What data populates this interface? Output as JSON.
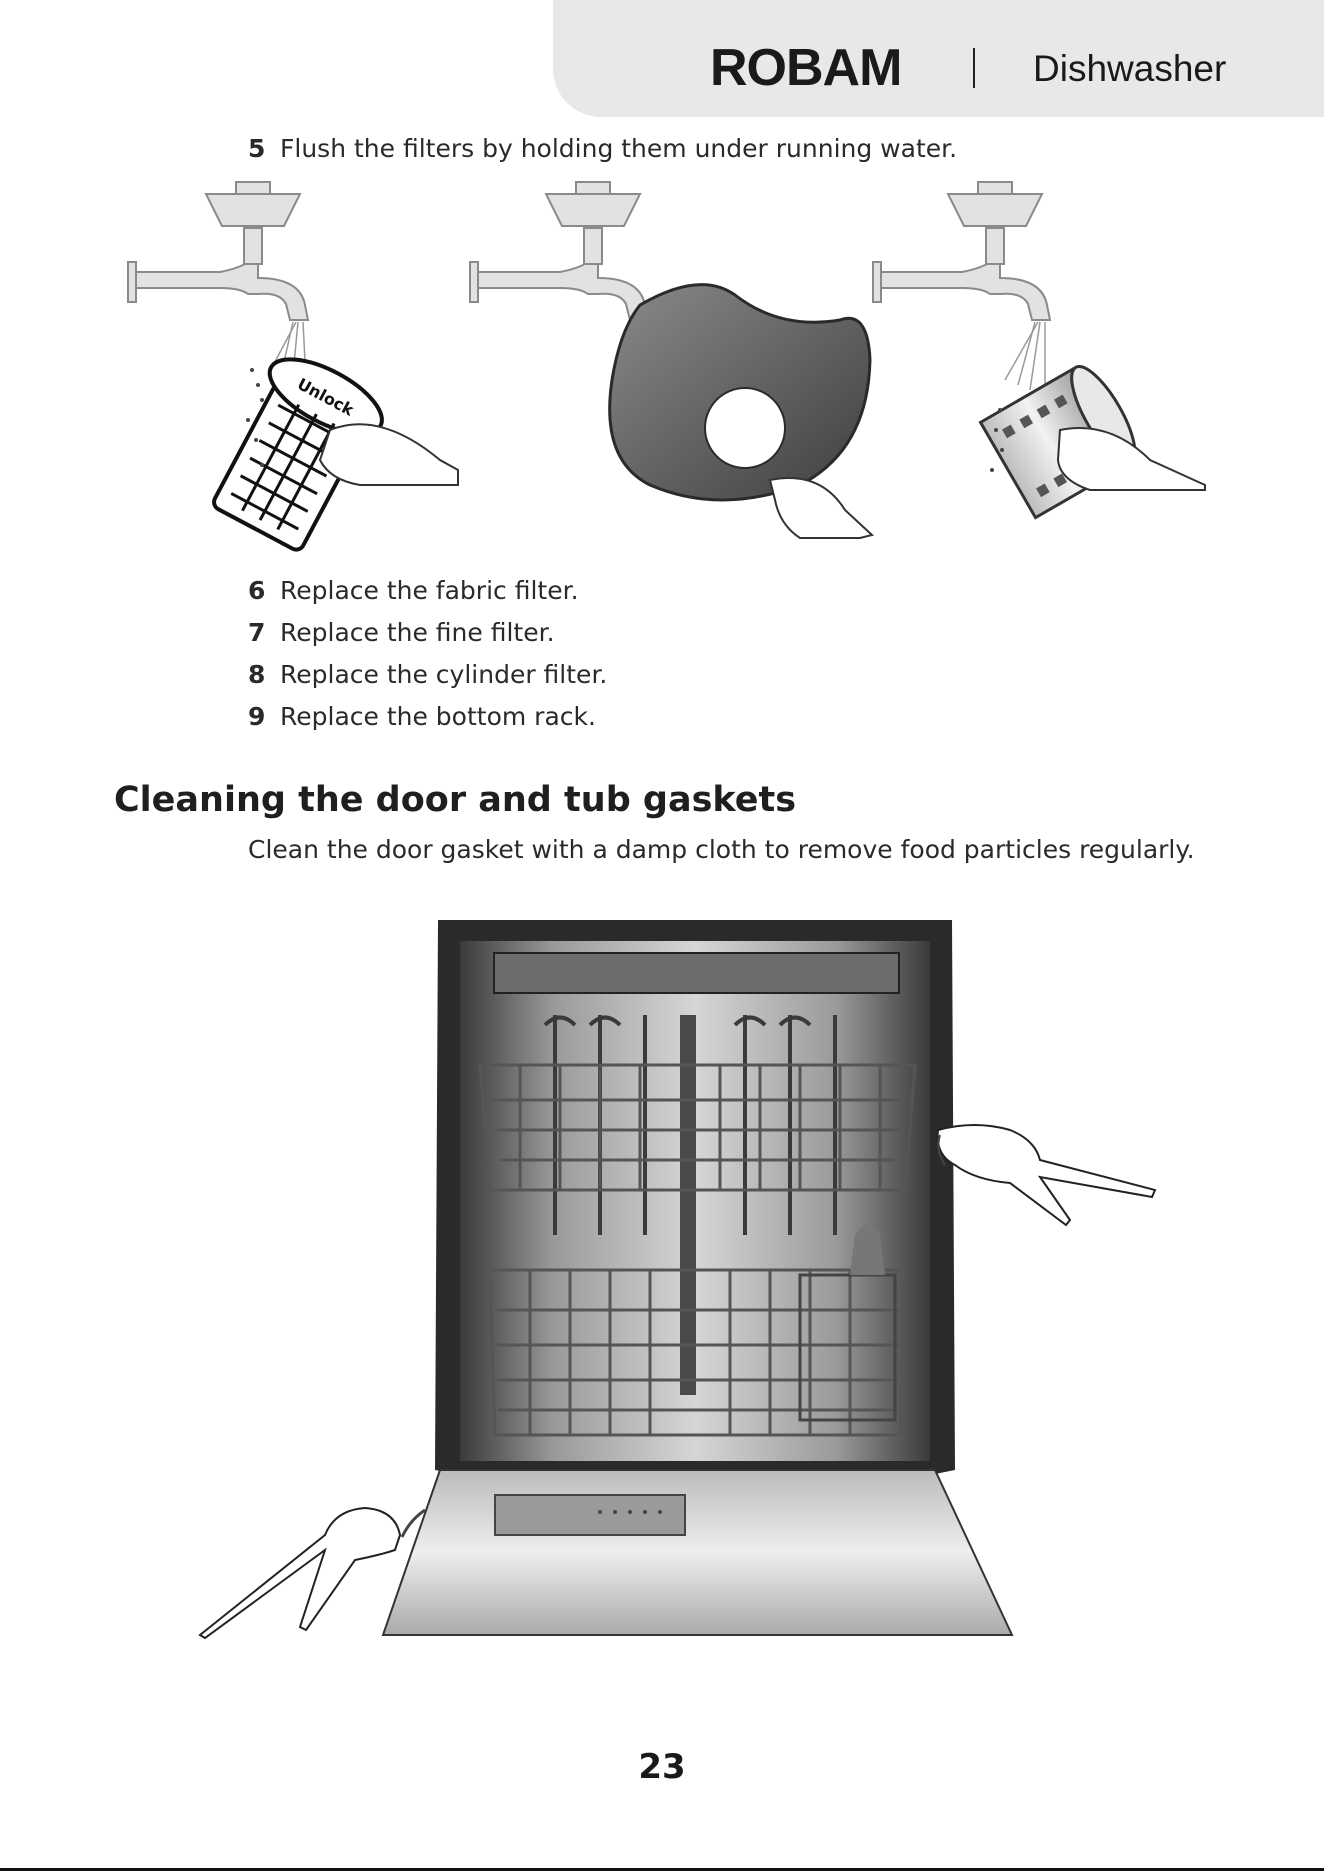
{
  "header": {
    "brand": "ROBAM",
    "product": "Dishwasher"
  },
  "steps_top": [
    {
      "number": "5",
      "text": "Flush the filters by holding them under running water."
    }
  ],
  "steps_bottom": [
    {
      "number": "6",
      "text": "Replace the fabric filter."
    },
    {
      "number": "7",
      "text": "Replace the fine filter."
    },
    {
      "number": "8",
      "text": "Replace the cylinder filter."
    },
    {
      "number": "9",
      "text": "Replace the bottom rack."
    }
  ],
  "section": {
    "heading": "Cleaning the door and tub gaskets",
    "body": "Clean the door gasket with a damp cloth to remove food particles regularly."
  },
  "figure_1": {
    "filter_label": "Unlock"
  },
  "page_number": "23"
}
